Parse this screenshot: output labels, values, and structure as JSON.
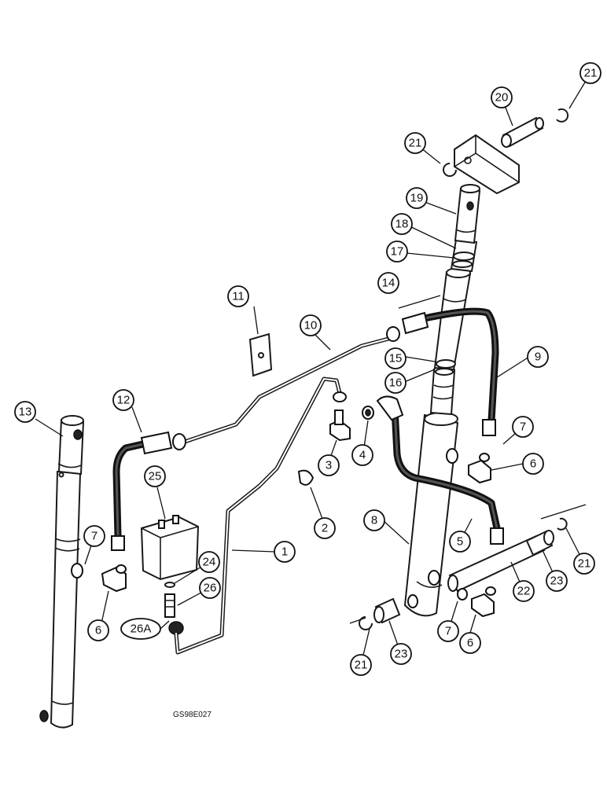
{
  "drawing_code": "GS98E027",
  "callouts": {
    "c1": "1",
    "c2": "2",
    "c3": "3",
    "c4": "4",
    "c5": "5",
    "c6a": "6",
    "c6b": "6",
    "c6c": "6",
    "c7a": "7",
    "c7b": "7",
    "c7c": "7",
    "c8": "8",
    "c9": "9",
    "c10": "10",
    "c11": "11",
    "c12": "12",
    "c13": "13",
    "c14": "14",
    "c15": "15",
    "c16": "16",
    "c17": "17",
    "c18": "18",
    "c19": "19",
    "c20": "20",
    "c21a": "21",
    "c21b": "21",
    "c21c": "21",
    "c21d": "21",
    "c22": "22",
    "c23a": "23",
    "c23b": "23",
    "c24": "24",
    "c25": "25",
    "c26": "26",
    "c26a": "26A"
  }
}
